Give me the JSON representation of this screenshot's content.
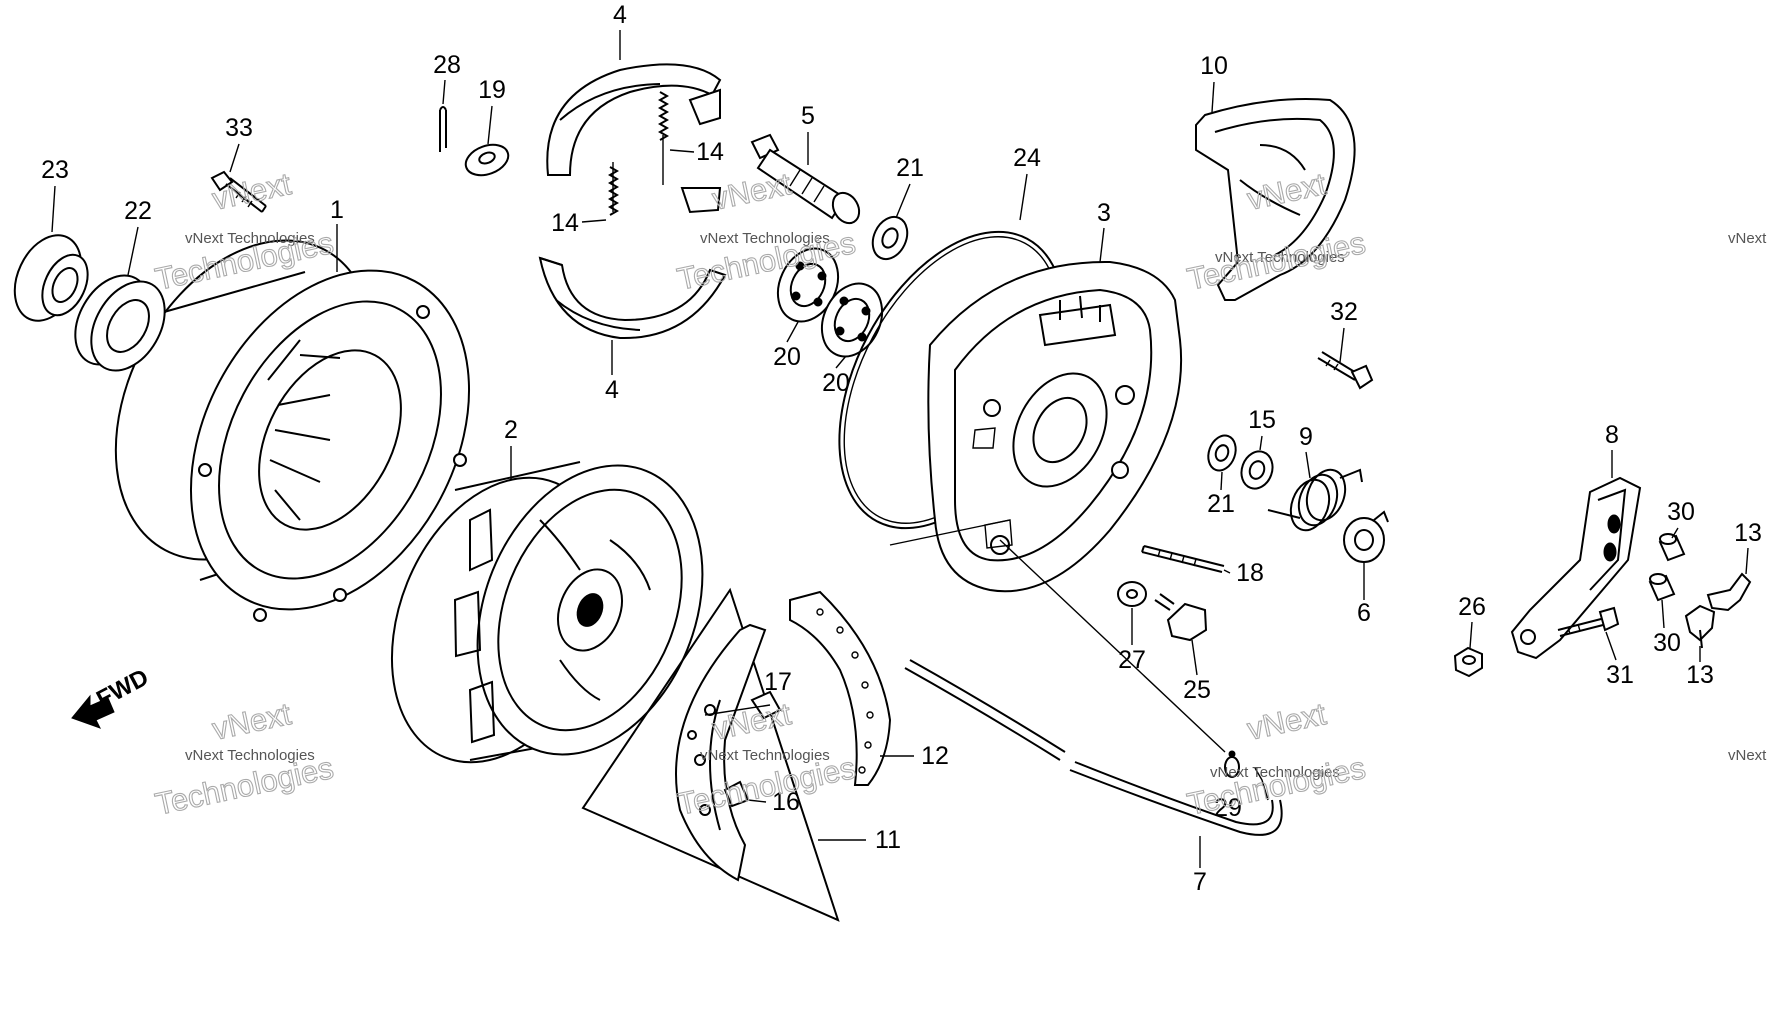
{
  "diagram": {
    "part_numbers": {
      "p1": "1",
      "p2": "2",
      "p3": "3",
      "p4a": "4",
      "p4b": "4",
      "p5": "5",
      "p6": "6",
      "p7": "7",
      "p8": "8",
      "p9": "9",
      "p10": "10",
      "p11": "11",
      "p12": "12",
      "p13a": "13",
      "p13b": "13",
      "p14a": "14",
      "p14b": "14",
      "p15": "15",
      "p16": "16",
      "p17": "17",
      "p18": "18",
      "p19": "19",
      "p20a": "20",
      "p20b": "20",
      "p21a": "21",
      "p21b": "21",
      "p22": "22",
      "p23": "23",
      "p24": "24",
      "p25": "25",
      "p26": "26",
      "p27": "27",
      "p28": "28",
      "p29": "29",
      "p30a": "30",
      "p30b": "30",
      "p31": "31",
      "p32": "32",
      "p33": "33"
    },
    "direction_label": "FWD",
    "watermark": {
      "brand": "vNext",
      "company": "vNext Technologies",
      "word": "Technologies"
    }
  }
}
